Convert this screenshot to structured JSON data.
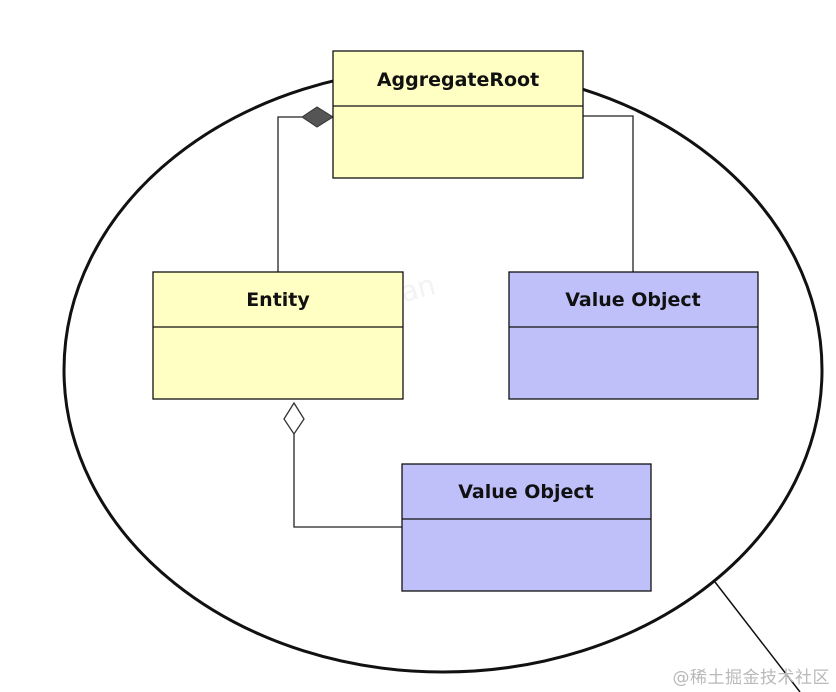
{
  "diagram": {
    "classes": {
      "aggregate_root": {
        "name": "AggregateRoot",
        "fill": "#ffffc4"
      },
      "entity": {
        "name": "Entity",
        "fill": "#ffffc4"
      },
      "value_object_1": {
        "name": "Value Object",
        "fill": "#bfbff9"
      },
      "value_object_2": {
        "name": "Value Object",
        "fill": "#bfbff9"
      }
    },
    "relations": [
      {
        "from": "aggregate_root",
        "to": "entity",
        "kind": "composition",
        "marker": "filled-diamond"
      },
      {
        "from": "aggregate_root",
        "to": "value_object_1",
        "kind": "association"
      },
      {
        "from": "entity",
        "to": "value_object_2",
        "kind": "aggregation",
        "marker": "hollow-diamond"
      }
    ],
    "boundary": {
      "shape": "ellipse",
      "color": "#111111"
    },
    "background_watermark": "kudongjian"
  },
  "footer": {
    "watermark": "@稀土掘金技术社区"
  }
}
